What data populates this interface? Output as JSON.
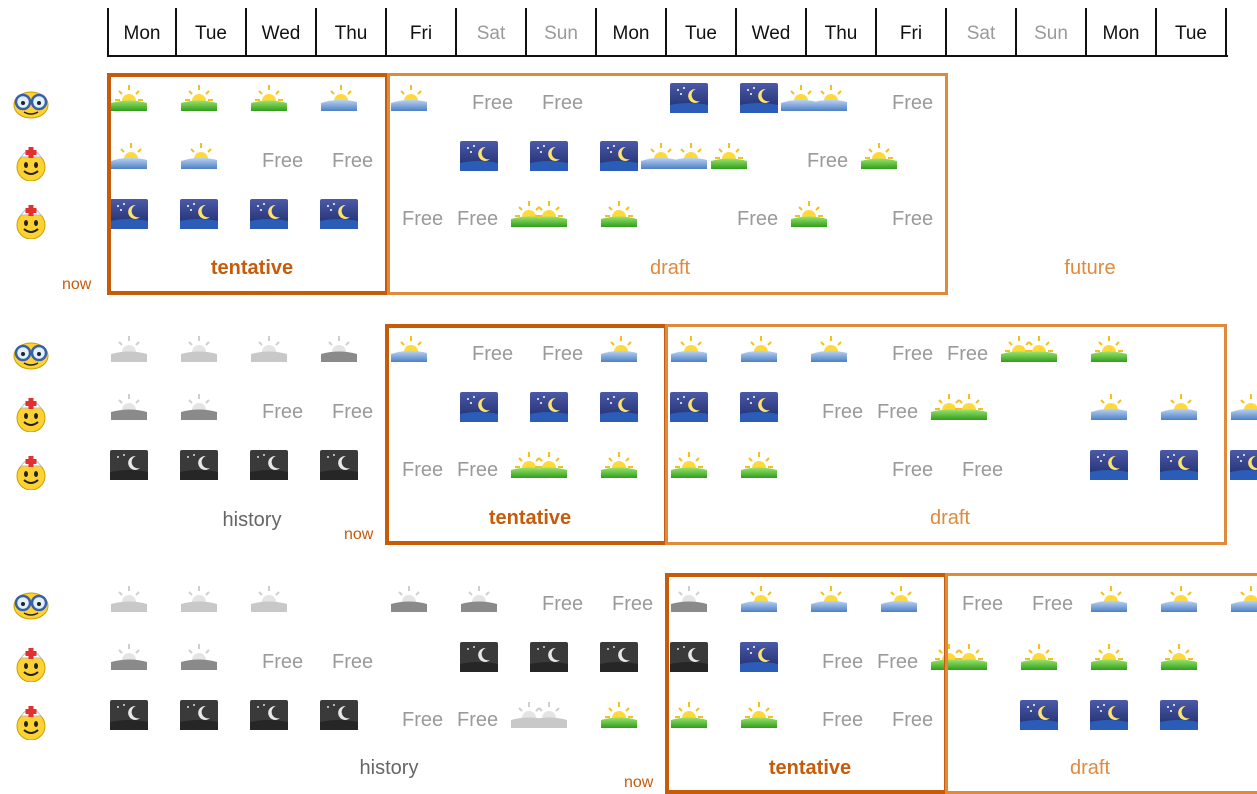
{
  "header": {
    "days": [
      {
        "label": "Mon",
        "weekend": false
      },
      {
        "label": "Tue",
        "weekend": false
      },
      {
        "label": "Wed",
        "weekend": false
      },
      {
        "label": "Thu",
        "weekend": false
      },
      {
        "label": "Fri",
        "weekend": false
      },
      {
        "label": "Sat",
        "weekend": true
      },
      {
        "label": "Sun",
        "weekend": true
      },
      {
        "label": "Mon",
        "weekend": false
      },
      {
        "label": "Tue",
        "weekend": false
      },
      {
        "label": "Wed",
        "weekend": false
      },
      {
        "label": "Thu",
        "weekend": false
      },
      {
        "label": "Fri",
        "weekend": false
      },
      {
        "label": "Sat",
        "weekend": true
      },
      {
        "label": "Sun",
        "weekend": true
      },
      {
        "label": "Mon",
        "weekend": false
      },
      {
        "label": "Tue",
        "weekend": false
      }
    ]
  },
  "colors": {
    "tentative": "#c65b0a",
    "draft": "#e08a3c",
    "history_label": "#666666",
    "free_text": "#9a9a9a",
    "grid": "#111111"
  },
  "legend_words": {
    "free": "Free"
  },
  "blocks": [
    {
      "people": [
        "doctor-glasses-avatar",
        "nurse-avatar",
        "nurse-avatar"
      ],
      "rows": [
        [
          "day-icon",
          "day-icon",
          "day-icon",
          "late-icon",
          "late-icon",
          "free",
          "free",
          "",
          "night-icon",
          "night-icon+late-icon",
          "late-icon",
          "free",
          "",
          "",
          "",
          ""
        ],
        [
          "late-icon",
          "late-icon",
          "free",
          "free",
          "",
          "night-icon",
          "night-icon",
          "night-icon+late-icon",
          "late-icon+day-icon",
          "",
          "free+day-icon",
          "",
          "",
          "",
          "",
          ""
        ],
        [
          "night-icon",
          "night-icon",
          "night-icon",
          "night-icon",
          "free",
          "free+day-icon",
          "day-icon",
          "day-icon",
          "",
          "free+day-icon",
          "",
          "free",
          "",
          "",
          "",
          ""
        ]
      ],
      "labels": {
        "now": "now",
        "tentative": "tentative",
        "draft": "draft",
        "future": "future"
      }
    },
    {
      "people": [
        "doctor-glasses-avatar",
        "nurse-avatar",
        "nurse-avatar"
      ],
      "rows": [
        [
          "gray-icon",
          "gray-icon",
          "gray-icon",
          "gray-dark-icon",
          "late-icon",
          "free",
          "free",
          "late-icon",
          "late-icon",
          "late-icon",
          "late-icon",
          "free",
          "free+day-icon",
          "day-icon",
          "day-icon",
          ""
        ],
        [
          "gray-dark-icon",
          "gray-dark-icon",
          "free",
          "free",
          "",
          "night-icon",
          "night-icon",
          "night-icon",
          "night-icon",
          "night-icon",
          "free",
          "free+day-icon",
          "day-icon",
          "",
          "late-icon",
          "late-icon",
          "late-icon"
        ],
        [
          "gray-night-icon",
          "gray-night-icon",
          "gray-night-icon",
          "gray-night-icon",
          "free",
          "free+day-icon",
          "day-icon",
          "day-icon",
          "day-icon",
          "day-icon",
          "",
          "free",
          "free",
          "",
          "night-icon",
          "night-icon",
          "night-icon"
        ]
      ],
      "labels": {
        "history": "history",
        "now": "now",
        "tentative": "tentative",
        "draft": "draft"
      }
    },
    {
      "people": [
        "doctor-glasses-avatar",
        "nurse-avatar",
        "nurse-avatar"
      ],
      "rows": [
        [
          "gray-icon",
          "gray-icon",
          "gray-icon",
          "",
          "gray-dark-icon",
          "gray-dark-icon",
          "free",
          "free",
          "gray-dark-icon",
          "late-icon",
          "late-icon",
          "late-icon",
          "free",
          "free",
          "late-icon",
          "late-icon",
          "late-icon"
        ],
        [
          "gray-dark-icon",
          "gray-dark-icon",
          "free",
          "free",
          "",
          "gray-night-icon",
          "gray-night-icon",
          "gray-night-icon",
          "gray-night-icon",
          "night-icon",
          "free",
          "free+day-icon",
          "day-icon",
          "day-icon",
          "day-icon",
          "day-icon"
        ],
        [
          "gray-night-icon",
          "gray-night-icon",
          "gray-night-icon",
          "gray-night-icon",
          "free",
          "free+gray-icon",
          "gray-icon",
          "day-icon",
          "day-icon",
          "day-icon",
          "free",
          "free",
          "",
          "night-icon",
          "night-icon",
          "night-icon"
        ]
      ],
      "labels": {
        "history": "history",
        "now": "now",
        "tentative": "tentative",
        "draft": "draft"
      }
    }
  ]
}
